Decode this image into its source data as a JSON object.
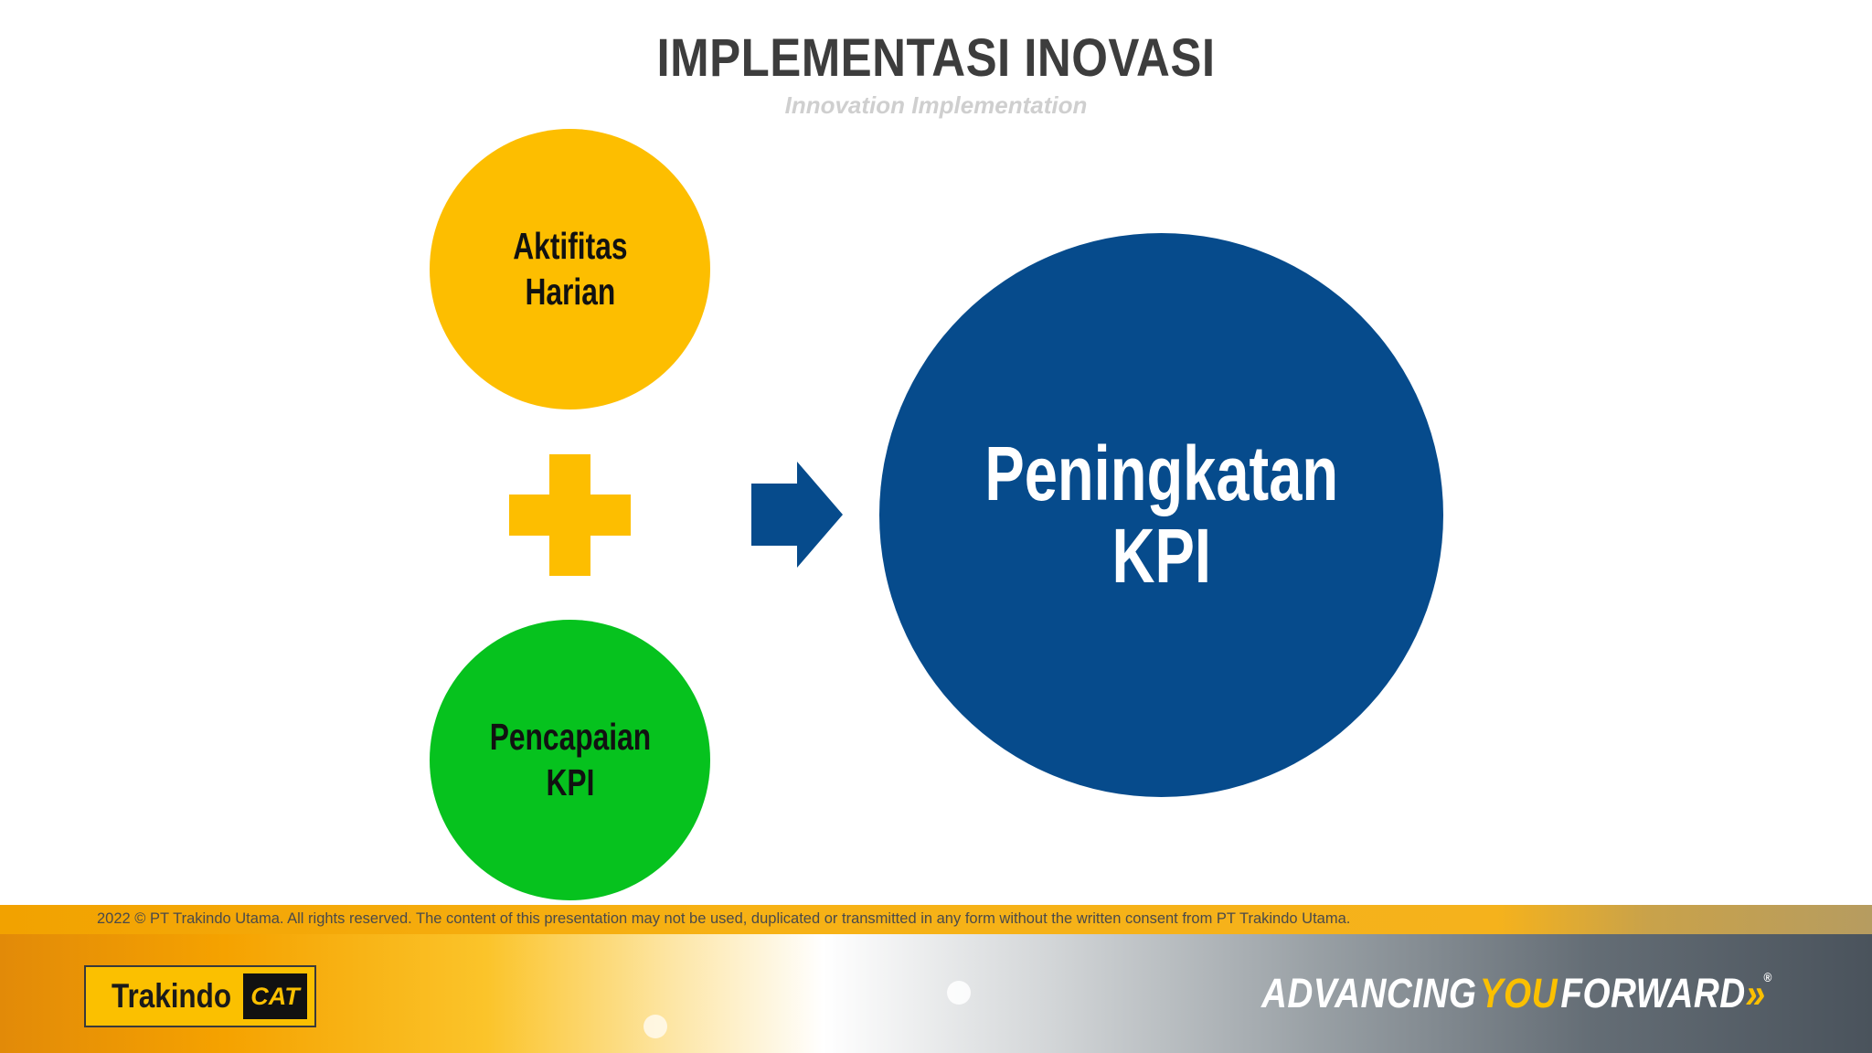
{
  "header": {
    "title": "IMPLEMENTASI INOVASI",
    "subtitle": "Innovation Implementation"
  },
  "diagram": {
    "inputs": [
      {
        "line1": "Aktifitas",
        "line2": "Harian",
        "color": "#FDBE00"
      },
      {
        "line1": "Pencapaian",
        "line2": "KPI",
        "color": "#06C21E"
      }
    ],
    "operator_icon": "plus-icon",
    "operator_color": "#FDBE00",
    "flow_icon": "arrow-right-icon",
    "flow_color": "#064B8C",
    "result": {
      "line1": "Peningkatan",
      "line2": "KPI",
      "color": "#064B8C"
    }
  },
  "footer": {
    "copyright": "2022 © PT Trakindo Utama. All rights reserved. The content of this presentation may not be used, duplicated or transmitted in any form without the written consent from PT Trakindo Utama.",
    "logo_text": "Trakindo",
    "logo_mark": "CAT",
    "tagline_part1": "ADVANCING",
    "tagline_part2": "YOU",
    "tagline_part3": "FORWARD",
    "tagline_chevrons": "»",
    "tagline_mark": "®"
  }
}
